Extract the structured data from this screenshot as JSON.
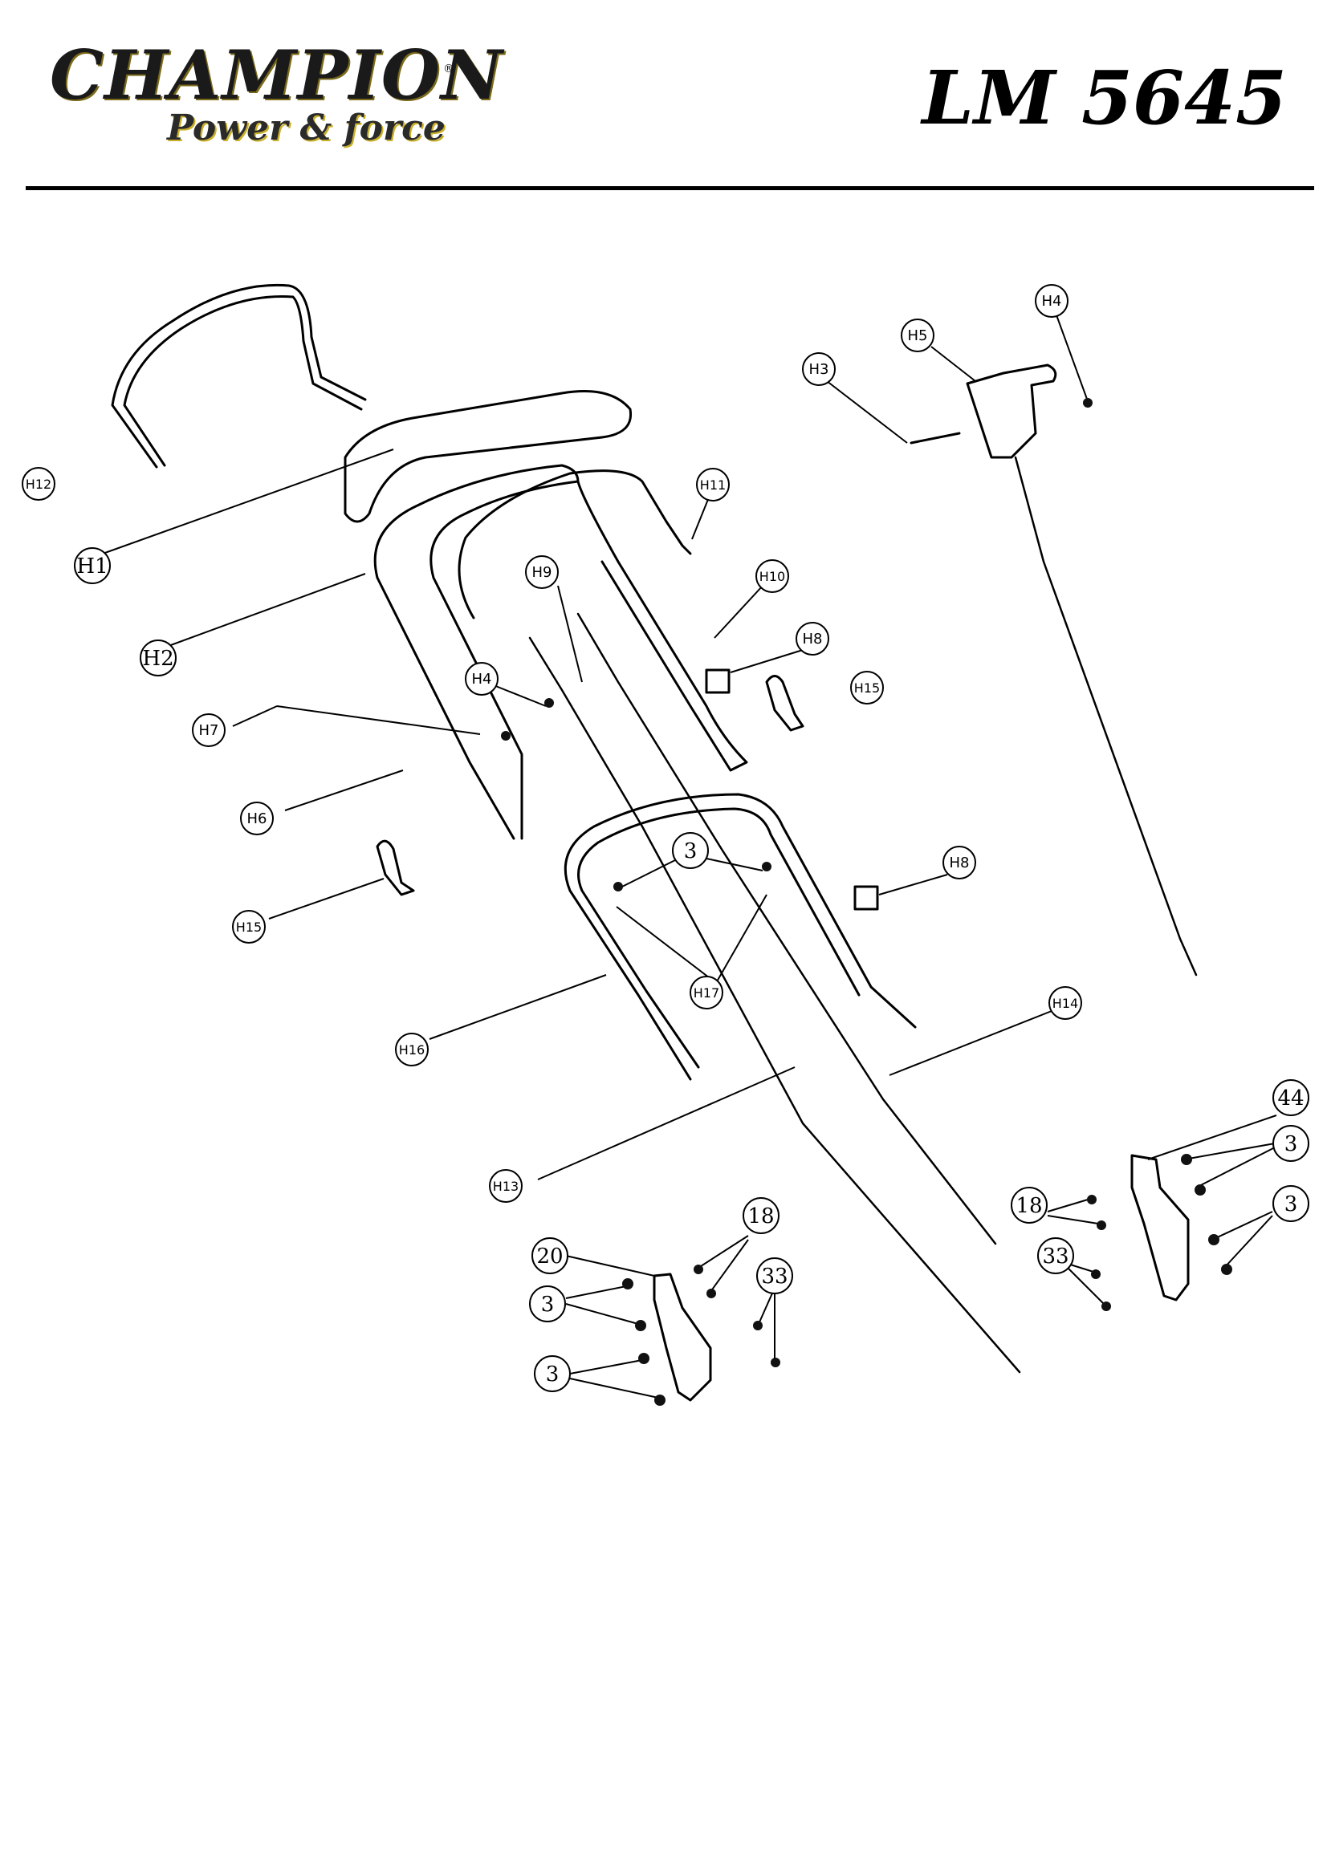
{
  "header": {
    "brand": "CHAMPION",
    "tagline": "Power & force",
    "registered_mark": "®",
    "model": "LM 5645"
  },
  "labels": [
    {
      "text": "H1"
    },
    {
      "text": "H2"
    },
    {
      "text": "H3"
    },
    {
      "text": "H4"
    },
    {
      "text": "H4"
    },
    {
      "text": "H5"
    },
    {
      "text": "H6"
    },
    {
      "text": "H7"
    },
    {
      "text": "H8"
    },
    {
      "text": "H8"
    },
    {
      "text": "H9"
    },
    {
      "text": "H10"
    },
    {
      "text": "H11"
    },
    {
      "text": "H12"
    },
    {
      "text": "H13"
    },
    {
      "text": "H14"
    },
    {
      "text": "H15"
    },
    {
      "text": "H15"
    },
    {
      "text": "H16"
    },
    {
      "text": "H17"
    },
    {
      "text": "3"
    },
    {
      "text": "3"
    },
    {
      "text": "3"
    },
    {
      "text": "3"
    },
    {
      "text": "3"
    },
    {
      "text": "18"
    },
    {
      "text": "18"
    },
    {
      "text": "20"
    },
    {
      "text": "33"
    },
    {
      "text": "33"
    },
    {
      "text": "44"
    }
  ]
}
